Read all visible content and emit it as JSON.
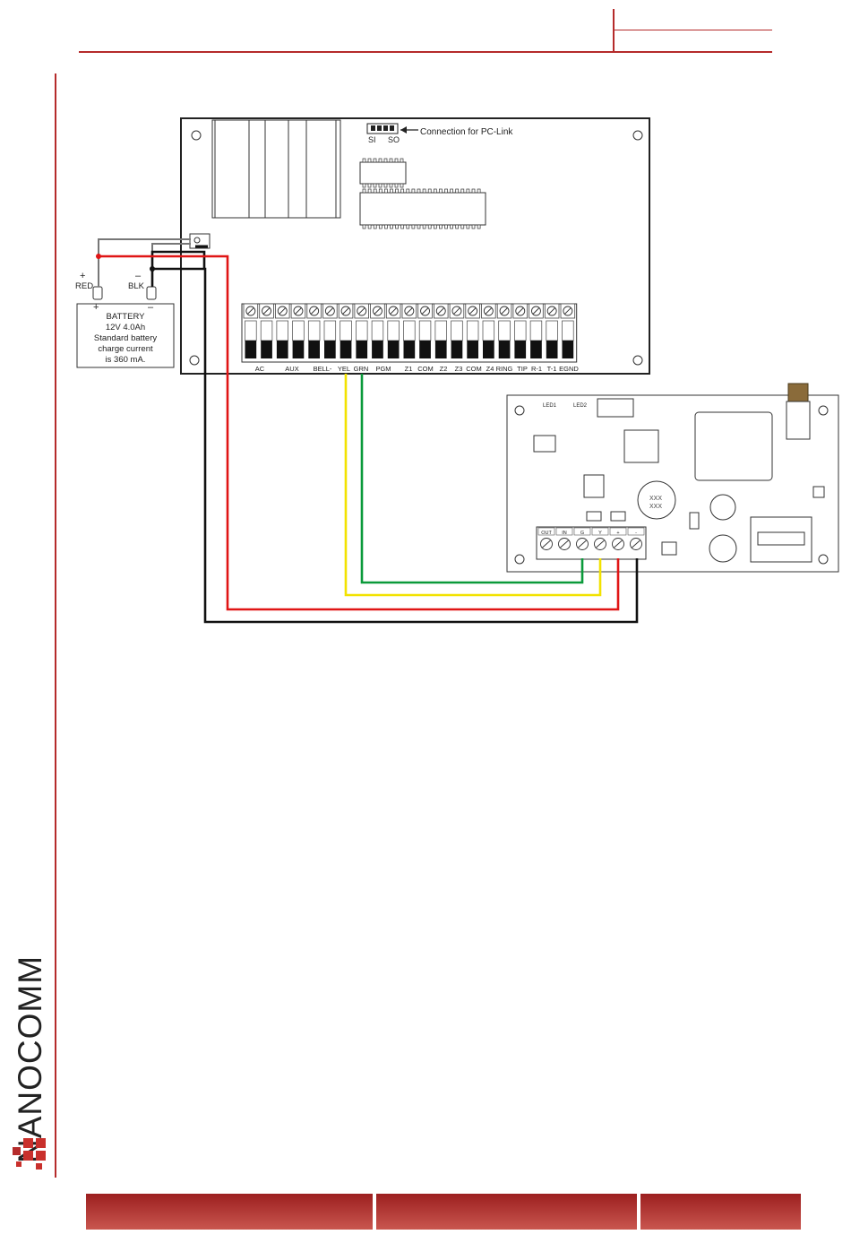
{
  "brand": {
    "name": "NANOCOMM",
    "colors": {
      "red": "#b52b2b",
      "footer_dark": "#9c1f1f",
      "footer_light": "#c9564f"
    }
  },
  "diagram": {
    "pc_link": {
      "label": "Connection for PC-Link",
      "pins": [
        "SI",
        "SO"
      ]
    },
    "battery": {
      "lines": [
        "BATTERY",
        "12V 4.0Ah",
        "Standard battery",
        "charge current",
        "is 360 mA."
      ],
      "pos_label": "RED",
      "neg_label": "BLK",
      "pos_sign": "+",
      "neg_sign": "–"
    },
    "terminal_labels": [
      "AC",
      "AUX",
      "BELL-",
      "YEL",
      "GRN",
      "PGM",
      "Z1",
      "COM",
      "Z2",
      "Z3",
      "COM",
      "Z4",
      "RING",
      "TIP",
      "R-1",
      "T-1",
      "EGND"
    ],
    "wires": [
      {
        "name": "black",
        "color": "#111111"
      },
      {
        "name": "red",
        "color": "#e01515"
      },
      {
        "name": "yellow",
        "color": "#f2e200"
      },
      {
        "name": "green",
        "color": "#0a9a3a"
      }
    ],
    "module": {
      "terminals": [
        "OUT",
        "IN",
        "G",
        "Y",
        "+",
        "-"
      ],
      "leds": [
        "LED1",
        "LED2"
      ],
      "chip_text": "XXX"
    }
  }
}
